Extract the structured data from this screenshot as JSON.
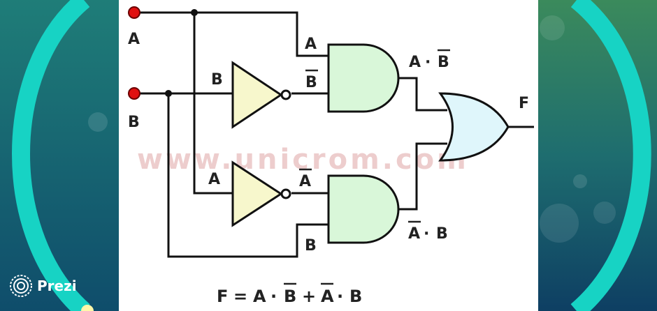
{
  "inputs": {
    "a": "A",
    "b": "B"
  },
  "wire_labels": {
    "and1_a": "A",
    "not1_b": "B",
    "and1_bbar": "B",
    "not2_a": "A",
    "and2_abar": "A",
    "and2_b": "B"
  },
  "outputs": {
    "and1_out_first": "A",
    "and1_out_dot": "·",
    "and1_out_second": "B",
    "and2_out_first": "A",
    "and2_out_dot": "·",
    "and2_out_second": "B",
    "f": "F"
  },
  "equation": {
    "lhs": "F",
    "eq": "=",
    "t1a": "A",
    "dot1": "·",
    "t1b": "B",
    "plus": "+",
    "t2a": "A",
    "dot2": "·",
    "t2b": "B"
  },
  "watermark": "www.unicrom.com",
  "branding": {
    "logo_text": "Prezi"
  },
  "colors": {
    "and_gate_fill": "#d9f7d9",
    "not_gate_fill": "#f7f7cc",
    "or_gate_fill": "#dff6fb",
    "input_node": "#e01010",
    "frame_ring": "#17d3c4"
  }
}
